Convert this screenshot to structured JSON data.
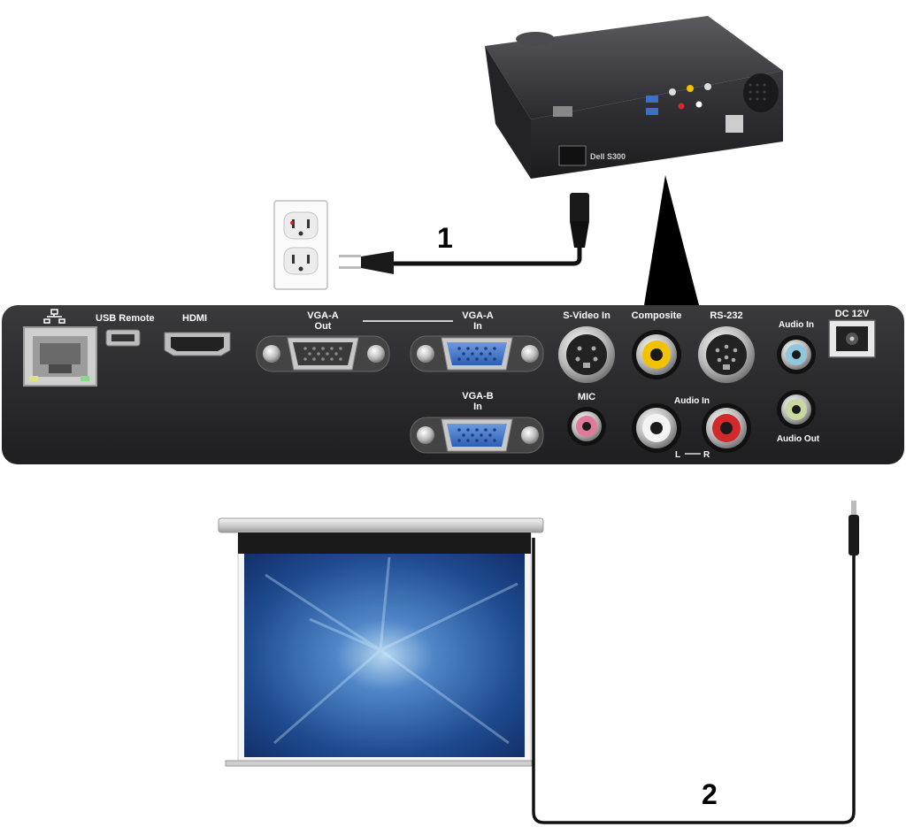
{
  "callouts": {
    "power_cable": "1",
    "trigger_cable": "2"
  },
  "projector": {
    "model_label": "Dell S300"
  },
  "panel": {
    "network_symbol": "network-icon",
    "usb_remote": "USB Remote",
    "hdmi": "HDMI",
    "vga_a_out_line1": "VGA-A",
    "vga_a_out_line2": "Out",
    "vga_a_in_line1": "VGA-A",
    "vga_a_in_line2": "In",
    "vga_b_in_line1": "VGA-B",
    "vga_b_in_line2": "In",
    "s_video_in": "S-Video In",
    "composite": "Composite",
    "rs232": "RS-232",
    "audio_in_top": "Audio In",
    "dc_12v": "DC 12V",
    "mic": "MIC",
    "audio_in_lr": "Audio In",
    "l": "L",
    "r": "R",
    "audio_out": "Audio Out"
  },
  "colors": {
    "panel": "#2b2b2d",
    "vga_blue": "#3a6fc7",
    "composite_yellow": "#f2c200",
    "mic_pink": "#e07a9a",
    "audio_in_blue": "#8ec7e0",
    "audio_out_green": "#c8d8a0",
    "audio_r_red": "#d22a2a",
    "cable": "#111111"
  }
}
